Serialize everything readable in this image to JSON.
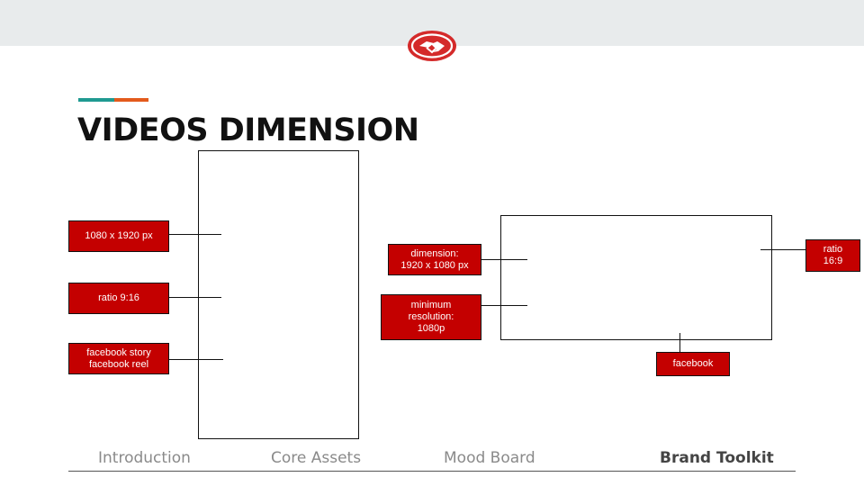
{
  "slide": {
    "title": "VIDEOS DIMENSION",
    "logo_icon": "handshake-icon",
    "colors": {
      "tag_fill": "#c40000",
      "accent_teal": "#1f9a91",
      "accent_orange": "#e35a1c",
      "logo_red": "#d42a2a"
    }
  },
  "portrait_labels": {
    "size": "1080 x 1920 px",
    "ratio": "ratio 9:16",
    "platforms": "facebook story\nfacebook reel"
  },
  "landscape_labels": {
    "dimension": "dimension:\n1920 x 1080 px",
    "resolution": "minimum\nresolution:\n1080p",
    "ratio": "ratio\n16:9",
    "platform": "facebook"
  },
  "nav": {
    "items": [
      "Introduction",
      "Core Assets",
      "Mood Board",
      "Brand Toolkit"
    ],
    "active": "Brand Toolkit"
  }
}
